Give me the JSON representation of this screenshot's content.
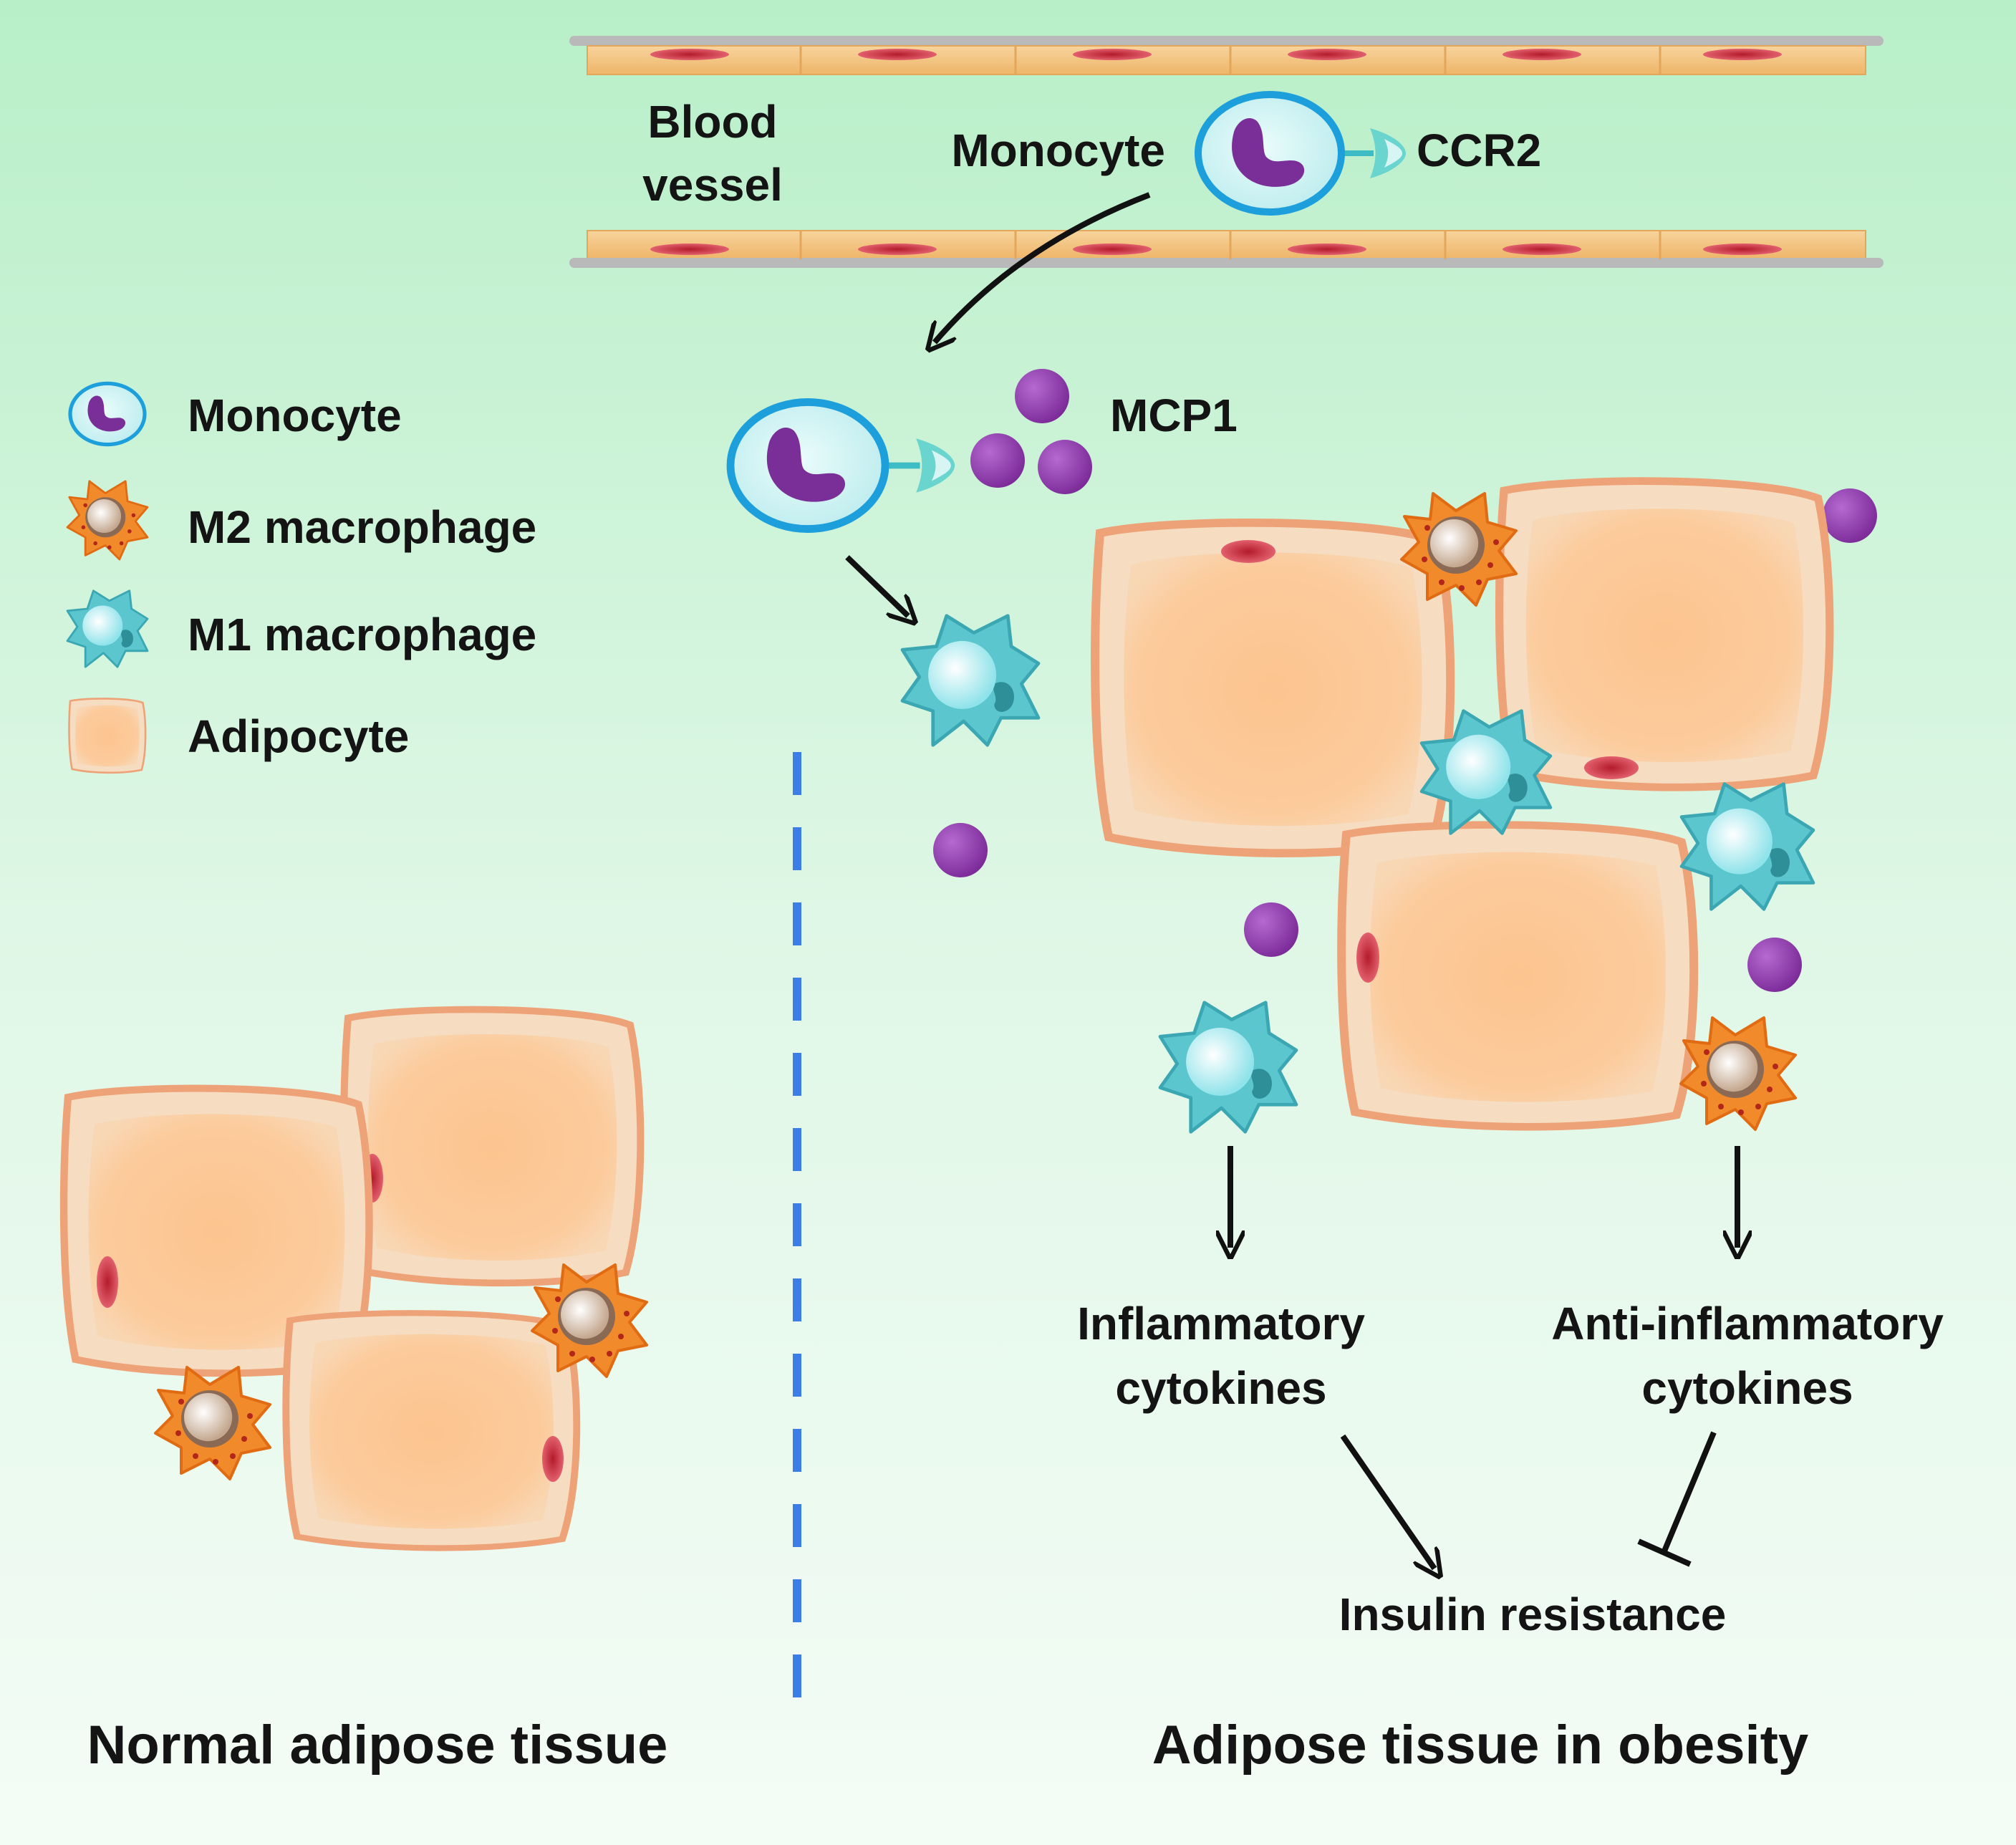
{
  "labels": {
    "blood_vessel_line1": "Blood",
    "blood_vessel_line2": "vessel",
    "monocyte_vessel": "Monocyte",
    "ccr2": "CCR2",
    "mcp1": "MCP1",
    "inflammatory_line1": "Inflammatory",
    "inflammatory_line2": "cytokines",
    "anti_inflammatory_line1": "Anti-inflammatory",
    "anti_inflammatory_line2": "cytokines",
    "insulin_resistance": "Insulin resistance",
    "normal_tissue": "Normal adipose tissue",
    "obesity_tissue": "Adipose tissue in obesity"
  },
  "legend": {
    "items": [
      {
        "icon": "monocyte-icon",
        "label": "Monocyte"
      },
      {
        "icon": "m2-macrophage-icon",
        "label": "M2 macrophage"
      },
      {
        "icon": "m1-macrophage-icon",
        "label": "M1 macrophage"
      },
      {
        "icon": "adipocyte-icon",
        "label": "Adipocyte"
      }
    ]
  },
  "colors": {
    "background_top": "#b8efc8",
    "background_bottom": "#f4fcf6",
    "adipocyte_fill": "#fbc592",
    "adipocyte_border": "#eea277",
    "monocyte_border": "#1d9fdc",
    "monocyte_nucleus": "#7a2e97",
    "m1_macrophage": "#5cc6cf",
    "m2_macrophage": "#f08a2a",
    "mcp1": "#8c3aa8",
    "divider": "#3c7ee6",
    "vessel_wall": "#f3c47c"
  }
}
